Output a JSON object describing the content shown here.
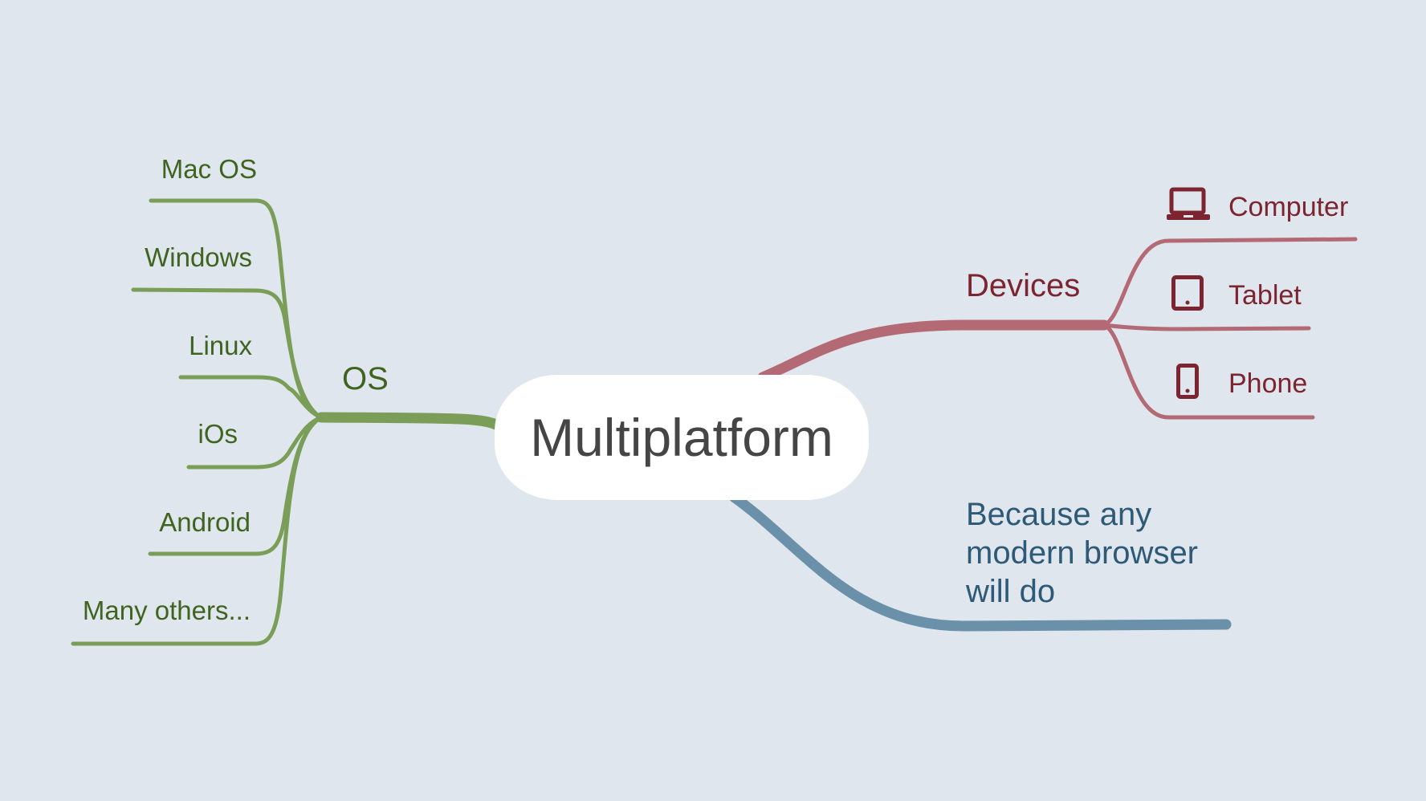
{
  "center": {
    "title": "Multiplatform"
  },
  "os": {
    "label": "OS",
    "color": "#7a9e58",
    "items": [
      "Mac OS",
      "Windows",
      "Linux",
      "iOs",
      "Android",
      "Many others..."
    ]
  },
  "devices": {
    "label": "Devices",
    "color": "#b46a74",
    "items": [
      {
        "label": "Computer",
        "icon": "laptop-icon"
      },
      {
        "label": "Tablet",
        "icon": "tablet-icon"
      },
      {
        "label": "Phone",
        "icon": "phone-icon"
      }
    ]
  },
  "browser": {
    "color": "#6a90aa",
    "lines": [
      "Because any",
      "modern browser",
      "will do"
    ]
  }
}
